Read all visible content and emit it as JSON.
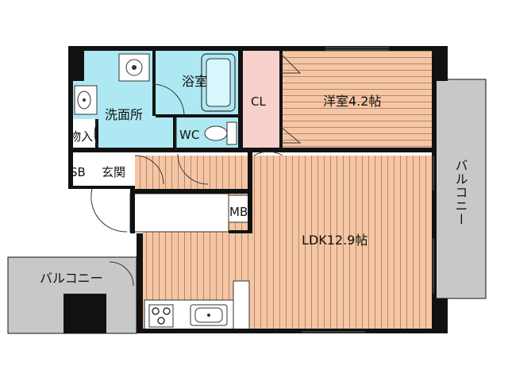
{
  "floorplan": {
    "colors": {
      "wall": "#111111",
      "wood_floor": "#f6c6a4",
      "wood_stripe": "#9c7a62",
      "wet_area": "#aee8f3",
      "closet": "#f8d0cc",
      "balcony": "#c8c8c8",
      "white": "#ffffff",
      "window": "#888888"
    },
    "rooms": {
      "bath": "浴室",
      "washroom": "洗面所",
      "closet": "CL",
      "western_room": "洋室4.2帖",
      "storage": "物入",
      "toilet": "WC",
      "shoe_box": "SB",
      "entrance": "玄関",
      "meter_box": "MB",
      "ldk": "LDK12.9帖",
      "balcony_left": "バルコニー",
      "balcony_right": "バルコニー"
    },
    "icons": {
      "washing_machine": "washing-machine-icon",
      "bathtub": "bathtub-icon",
      "washbasin": "washbasin-icon",
      "toilet": "toilet-icon",
      "stove": "stove-icon",
      "sink": "sink-icon"
    }
  }
}
